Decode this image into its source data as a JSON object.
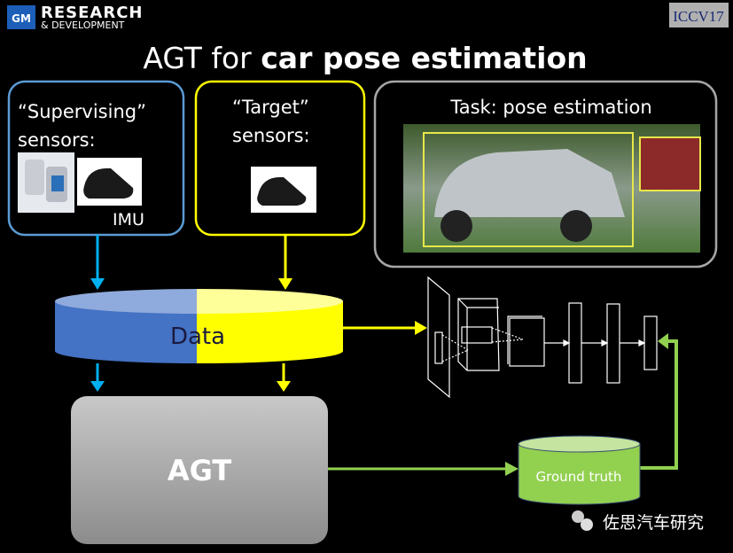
{
  "header": {
    "logo_gm": "GM",
    "logo_line1": "RESEARCH",
    "logo_line2": "& DEVELOPMENT",
    "conference_logo": "ICCV17"
  },
  "title": {
    "prefix": "AGT for ",
    "bold": "car pose estimation"
  },
  "supervising_box": {
    "line1": "“Supervising”",
    "line2": "sensors:",
    "imu_label": "IMU"
  },
  "target_box": {
    "line1": "“Target”",
    "line2": "sensors:"
  },
  "task_box": {
    "label": "Task: pose estimation"
  },
  "data_store": {
    "label": "Data"
  },
  "agt_block": {
    "label": "AGT"
  },
  "ground_truth": {
    "label": "Ground truth"
  },
  "watermark": {
    "text": "佐思汽车研究"
  },
  "colors": {
    "blue": "#4472c4",
    "yellow": "#ffff00",
    "green": "#92d050",
    "arrow_blue": "#00b0f0",
    "border_blue": "#5b9bd5",
    "gray": "#a6a6a6"
  }
}
